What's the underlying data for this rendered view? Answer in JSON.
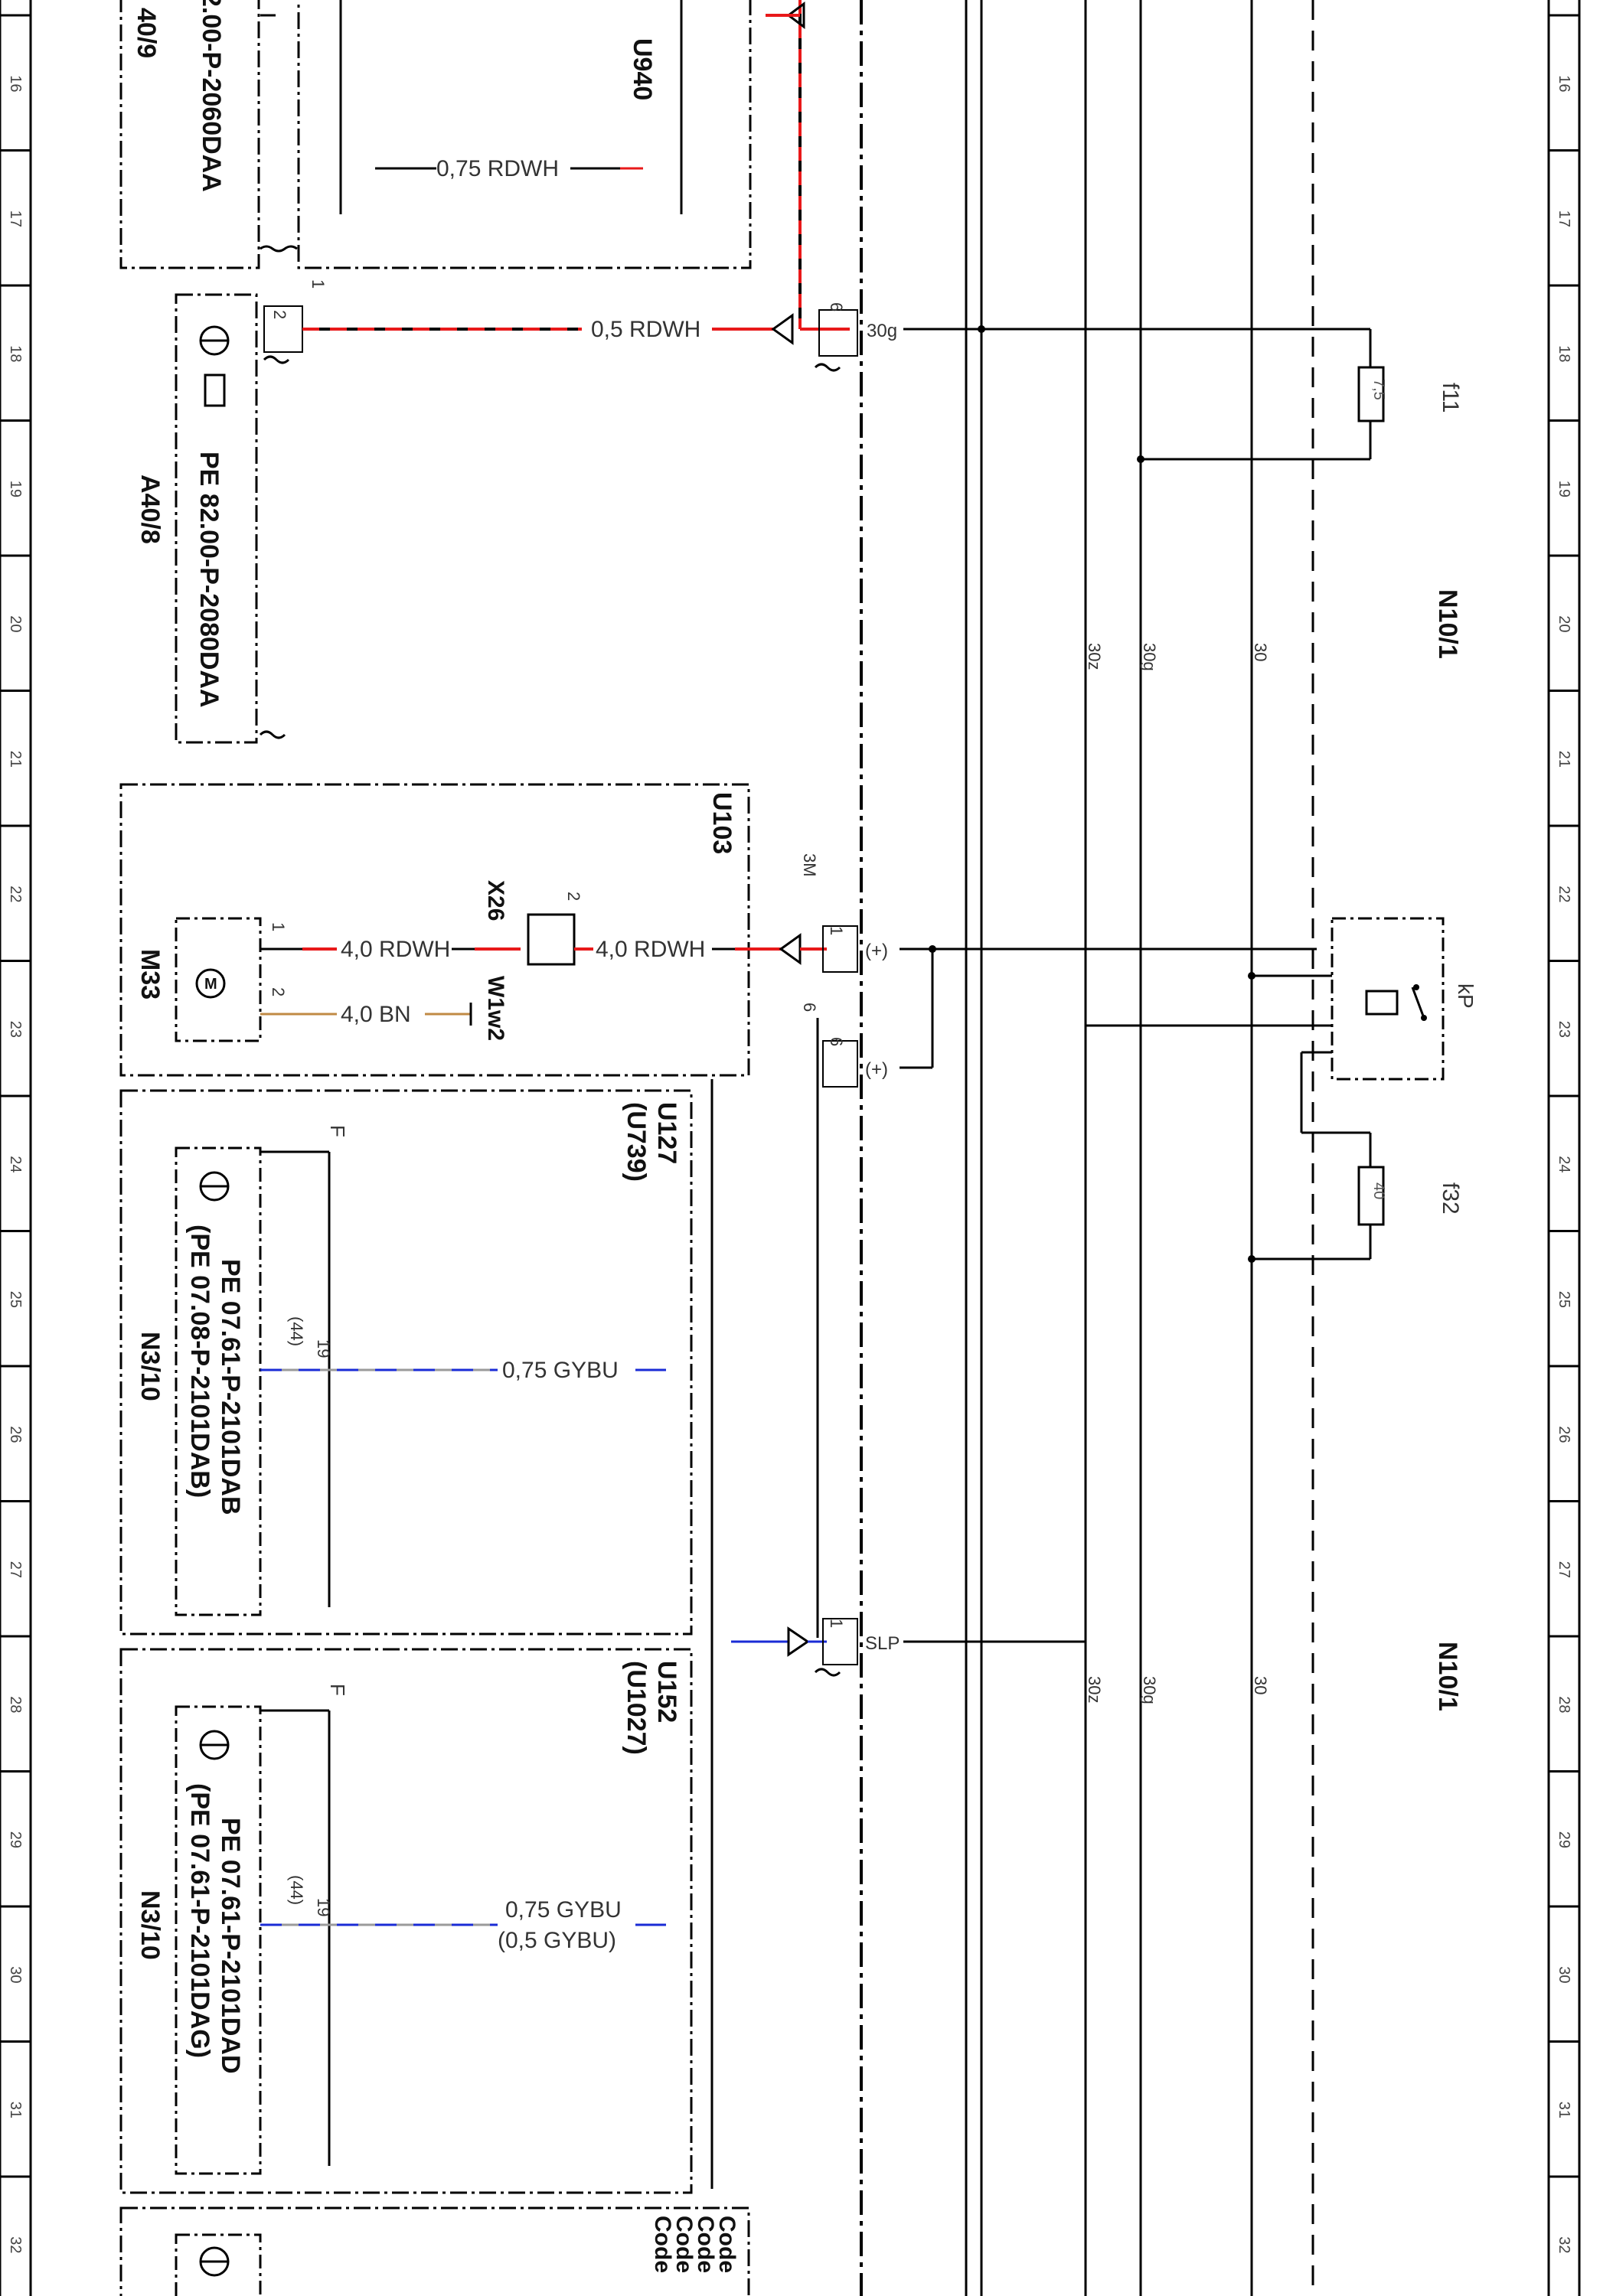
{
  "colors": {
    "red": "#e8191a",
    "white": "#ffffff",
    "blue": "#1a2bd6",
    "grey": "#9a9a9a",
    "brown": "#c08a45",
    "black": "#000000"
  },
  "ruler": {
    "numbers": [
      "16",
      "17",
      "18",
      "19",
      "20",
      "21",
      "22",
      "23",
      "24",
      "25",
      "26",
      "27",
      "28",
      "29",
      "30",
      "31",
      "32"
    ]
  },
  "modules": {
    "a40_9": {
      "code": "40/9",
      "doc": "2.00-P-2060DAA"
    },
    "u940": {
      "code": "U940",
      "wire": "0,75 RDWH"
    },
    "a40_8": {
      "code": "A40/8",
      "doc": "PE 82.00-P-2080DAA",
      "pin1": "1",
      "pin2": "2",
      "wire": "0,5 RDWH"
    },
    "u103": {
      "code": "U103"
    },
    "m33": {
      "code": "M33",
      "pin1": "1",
      "pin2": "2",
      "wire1": "4,0 RDWH",
      "wire2": "4,0 BN"
    },
    "x26": {
      "code": "X26",
      "pin": "2",
      "wire": "4,0 RDWH",
      "ground": "W1w2"
    },
    "u127": {
      "code": "U127",
      "alt": "(U739)",
      "flag": "F"
    },
    "n3_10_a": {
      "code": "N3/10",
      "doc1": "PE 07.61-P-2101DAB",
      "doc2": "(PE 07.08-P-2101DAB)",
      "pin": "19",
      "pin_alt": "(44)",
      "wire": "0,75 GYBU"
    },
    "u152": {
      "code": "U152",
      "alt": "(U1027)",
      "flag": "F"
    },
    "n3_10_b": {
      "code": "N3/10",
      "doc1": "PE 07.61-P-2101DAD",
      "doc2": "(PE 07.61-P-2101DAG)",
      "pin": "19",
      "pin_alt": "(44)",
      "wire": "0,75 GYBU",
      "wire_alt": "(0,5 GYBU)"
    },
    "code_box": {
      "lines": [
        "Code",
        "Code",
        "Code",
        "Code"
      ]
    }
  },
  "connectors": {
    "c30g": {
      "label": "30g",
      "pin": "6"
    },
    "cplus1": {
      "label": "(+)",
      "pin": "1",
      "side": "3M"
    },
    "cplus2": {
      "label": "(+)",
      "pin": "6",
      "side": "6"
    },
    "cslp": {
      "label": "SLP",
      "pin": "1"
    }
  },
  "bus": {
    "top": [
      "30z",
      "30g",
      "30"
    ],
    "bottom": [
      "30z",
      "30g",
      "30"
    ]
  },
  "n10_1": {
    "top_label": "N10/1",
    "bottom_label": "N10/1",
    "fuse_f11": {
      "name": "f11",
      "value": "7,5"
    },
    "fuse_f32": {
      "name": "f32",
      "value": "40"
    },
    "relay": {
      "name": "kP"
    }
  }
}
